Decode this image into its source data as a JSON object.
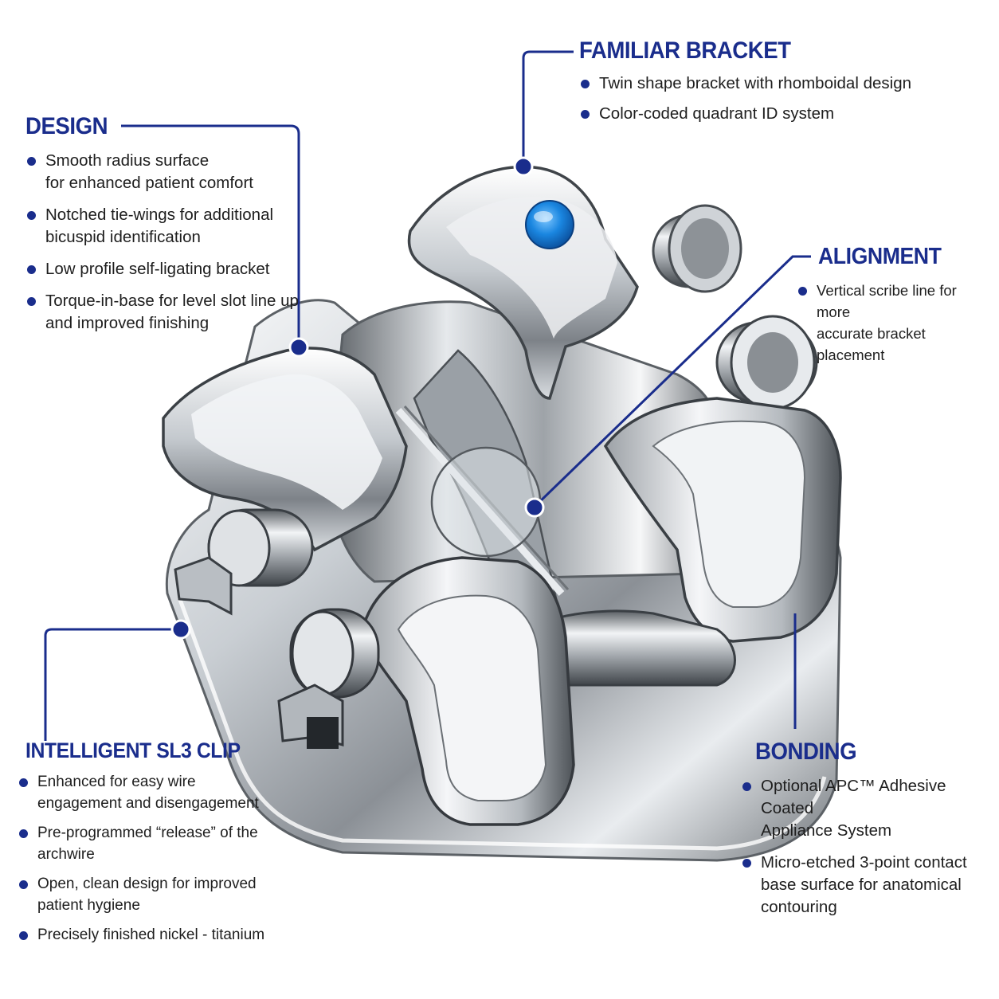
{
  "colors": {
    "accent": "#1a2d8c",
    "text": "#1e1e1e",
    "indicator_blue": "#1a86e0",
    "metal_light": "#f4f6f8",
    "metal_dark": "#55595e"
  },
  "design": {
    "title": "DESIGN",
    "items": [
      "Smooth radius surface\nfor enhanced patient comfort",
      "Notched tie-wings for additional\nbicuspid identification",
      "Low profile self-ligating bracket",
      "Torque-in-base for level slot line up\nand improved finishing"
    ]
  },
  "familiar_bracket": {
    "title": "FAMILIAR BRACKET",
    "items": [
      "Twin shape bracket with rhomboidal design",
      "Color-coded quadrant ID system"
    ]
  },
  "alignment": {
    "title": "ALIGNMENT",
    "items": [
      "Vertical scribe line for more\naccurate bracket placement"
    ]
  },
  "intelligent_clip": {
    "title": "INTELLIGENT SL3 CLIP",
    "items": [
      "Enhanced for easy wire\nengagement and disengagement",
      "Pre-programmed “release” of the\narchwire",
      "Open, clean design for improved\npatient hygiene",
      "Precisely finished nickel - titanium"
    ]
  },
  "bonding": {
    "title": "BONDING",
    "items": [
      "Optional APC™ Adhesive Coated\nAppliance System",
      "Micro-etched 3-point contact\nbase surface for anatomical\ncontouring"
    ]
  }
}
